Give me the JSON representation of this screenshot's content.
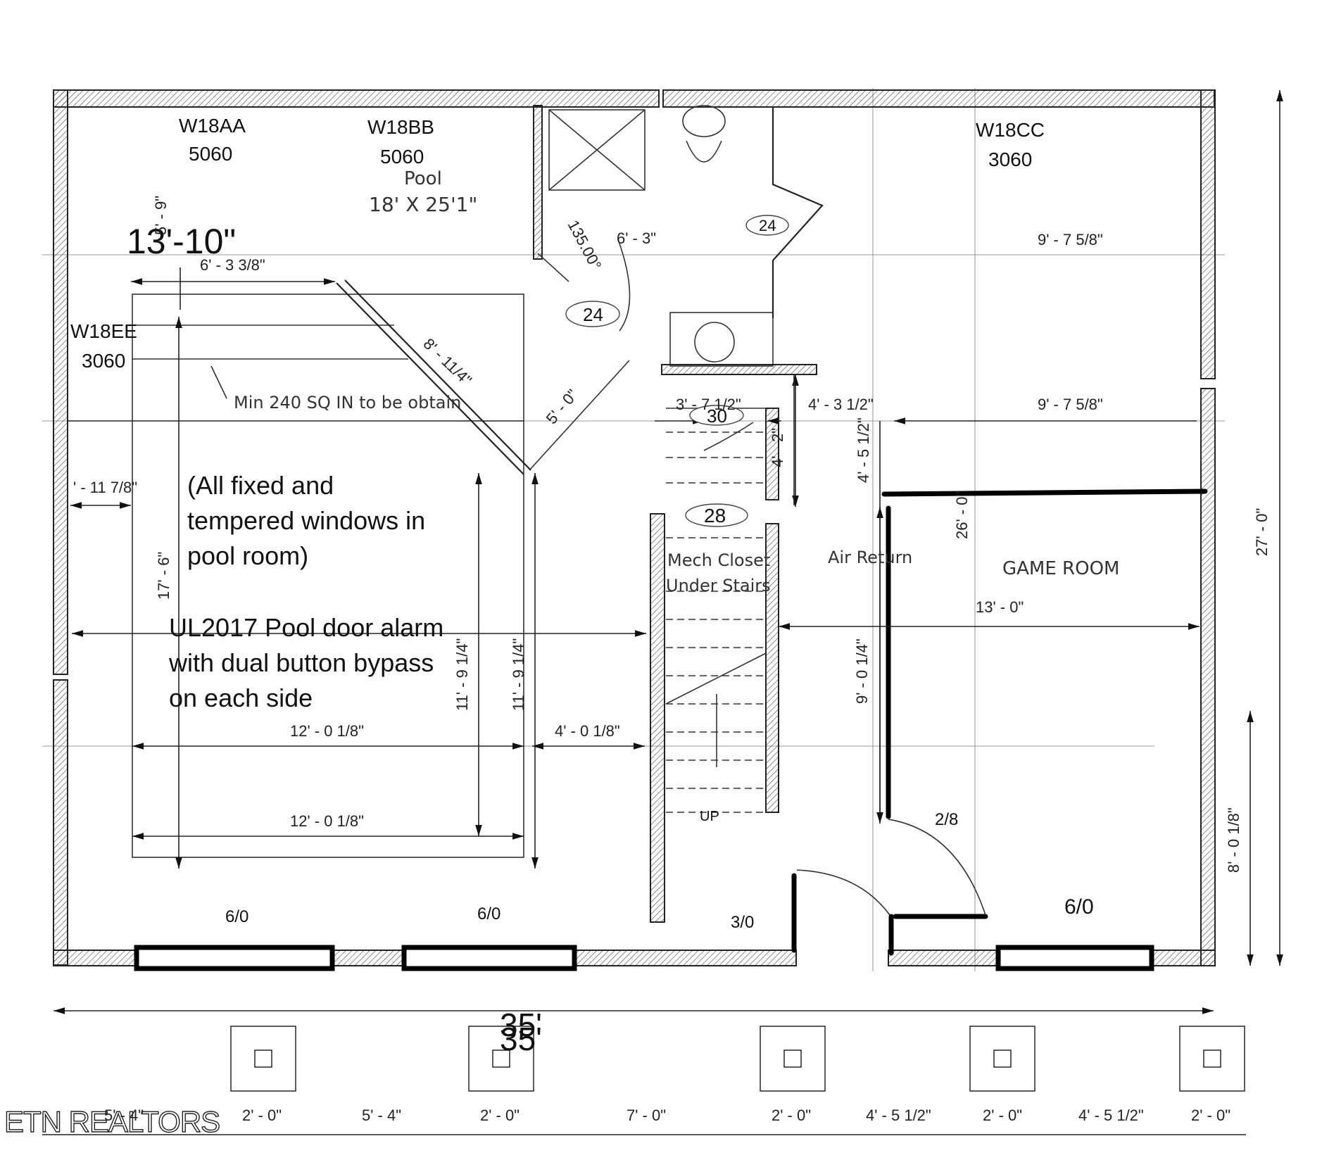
{
  "windows": {
    "w18aa": {
      "code": "W18AA",
      "size": "5060"
    },
    "w18bb": {
      "code": "W18BB",
      "size": "5060"
    },
    "w18cc": {
      "code": "W18CC",
      "size": "3060"
    },
    "w18ee": {
      "code": "W18EE",
      "size": "3060"
    }
  },
  "rooms": {
    "pool": {
      "name": "Pool",
      "size": "18' X 25'1\""
    },
    "game_room": "GAME ROOM",
    "mech_closet_line1": "Mech Closet",
    "mech_closet_line2": "Under Stairs",
    "air_return": "Air Return",
    "stairs_up": "UP"
  },
  "tags": {
    "t24a": "24",
    "t24b": "24",
    "t30": "30",
    "t28": "28"
  },
  "notes": {
    "big_width": "13'-10\"",
    "min_sq_in": "Min 240 SQ IN to be obtain",
    "fixed_1": "(All fixed and",
    "fixed_2": "tempered windows in",
    "fixed_3": "pool room)",
    "alarm_1": "UL2017 Pool door alarm",
    "alarm_2": "with dual button bypass",
    "alarm_3": "on each side",
    "total_width": "35'"
  },
  "doors": {
    "d1": "6/0",
    "d2": "6/0",
    "d3": "6/0",
    "d4": "3/0",
    "d5": "2/8"
  },
  "dimensions": {
    "d_5_9": "5' - 9\"",
    "d_6_3_38": "6' - 3 3/8\"",
    "d_135": "135.00°",
    "d_6_3": "6' - 3\"",
    "d_8_11_14": "8' - 11/4\"",
    "d_9_7_58_a": "9' - 7 5/8\"",
    "d_9_7_58_b": "9' - 7 5/8\"",
    "d_3_7_12": "3' - 7 1/2\"",
    "d_4_3_12": "4' - 3 1/2\"",
    "d_5_0": "5' - 0\"",
    "d_4_5_12_v": "4' - 5 1/2\"",
    "d_4_2": "4' - 2\"",
    "d_11_78": "' - 11 7/8\"",
    "d_26_0": "26' - 0\"",
    "d_27_0": "27' - 0\"",
    "d_17_6": "17' - 6\"",
    "d_13_0": "13' - 0\"",
    "d_11_9_14_a": "11' - 9 1/4\"",
    "d_11_9_14_b": "11' - 9 1/4\"",
    "d_9_0_14": "9' - 0 1/4\"",
    "d_12_0_18_a": "12' - 0 1/8\"",
    "d_4_0_18": "4' - 0 1/8\"",
    "d_12_0_18_b": "12' - 0 1/8\"",
    "d_8_0_18": "8' - 0 1/8\"",
    "b_1": "5' - 4\"",
    "b_2": "2' - 0\"",
    "b_3": "5' - 4\"",
    "b_4": "2' - 0\"",
    "b_5": "7' - 0\"",
    "b_6": "2' - 0\"",
    "b_7": "4' - 5 1/2\"",
    "b_8": "2' - 0\"",
    "b_9": "4' - 5 1/2\"",
    "b_10": "2' - 0\""
  },
  "watermark": "ETN REALTORS"
}
